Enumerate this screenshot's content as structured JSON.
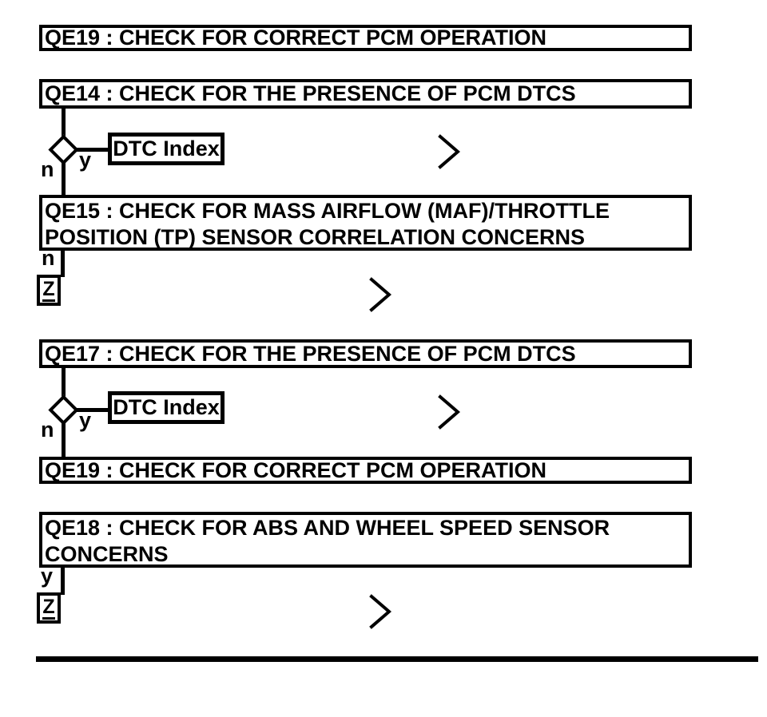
{
  "colors": {
    "stroke": "#000000",
    "background": "#ffffff"
  },
  "labels": {
    "yes": "y",
    "no": "n",
    "dtc_index": "DTC Index",
    "z_connector": "Z"
  },
  "steps": [
    {
      "id": "QE19-top",
      "label": "QE19 : CHECK FOR CORRECT PCM OPERATION"
    },
    {
      "id": "QE14",
      "label": "QE14 : CHECK FOR THE PRESENCE OF PCM DTCS"
    },
    {
      "id": "QE15",
      "label": "QE15 : CHECK FOR MASS AIRFLOW (MAF)/THROTTLE POSITION (TP) SENSOR CORRELATION CONCERNS"
    },
    {
      "id": "QE17",
      "label": "QE17 : CHECK FOR THE PRESENCE OF PCM DTCS"
    },
    {
      "id": "QE19-mid",
      "label": "QE19 : CHECK FOR CORRECT PCM OPERATION"
    },
    {
      "id": "QE18",
      "label": "QE18 : CHECK FOR ABS AND WHEEL SPEED SENSOR CONCERNS"
    }
  ]
}
